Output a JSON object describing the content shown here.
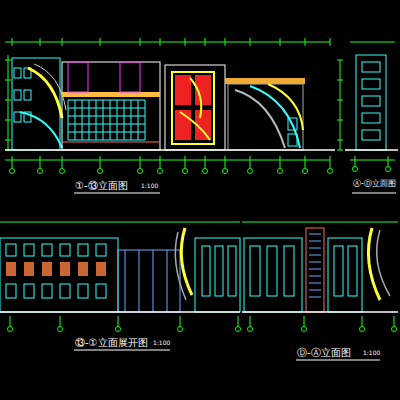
{
  "diagram": {
    "labels": [
      "①-⑬立面图",
      "1:100",
      "Ⓐ-Ⓓ立面图",
      "⑬-①立面展开图",
      "1:100",
      "Ⓓ-Ⓐ立面图",
      "1:100"
    ]
  }
}
